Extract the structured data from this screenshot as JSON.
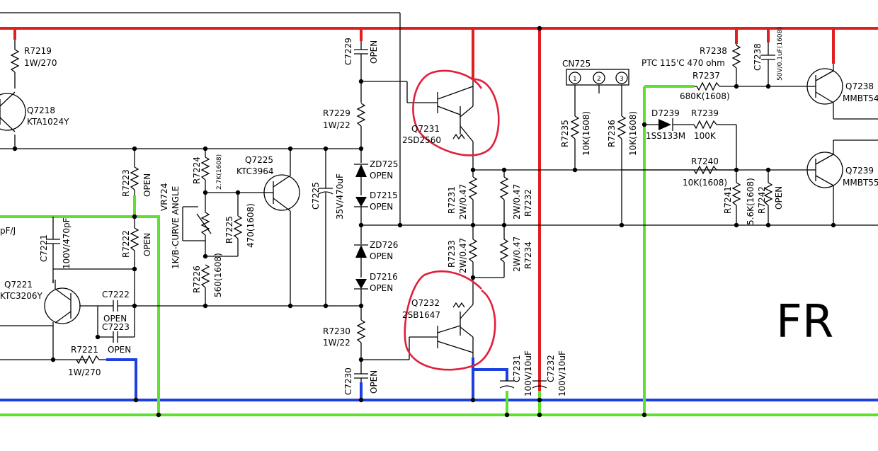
{
  "labels": {
    "r7219": "R7219",
    "r7219_v": "1W/270",
    "q7218": "Q7218",
    "q7218_v": "KTA1024Y",
    "r7223": "R7223",
    "r7223_v": "OPEN",
    "r7222": "R7222",
    "r7222_v": "OPEN",
    "vr724": "VR724",
    "vr724_v": "1K/B-CURVE ANGLE",
    "r7224": "R7224",
    "r7224_v": "2.7K(1608)",
    "r7225": "R7225",
    "r7225_v": "470(1608)",
    "r7226": "R7226",
    "r7226_v": "560(1608)",
    "q7225": "Q7225",
    "q7225_v": "KTC3964",
    "c7225": "C7225",
    "c7225_v": "35V/470uF",
    "c7221": "C7221",
    "c7221_v": "100V/470pF",
    "cpf": "pF/J",
    "q7221": "Q7221",
    "q7221_v": "KTC3206Y",
    "c7222": "C7222",
    "c7222_v": "OPEN",
    "c7223": "C7223",
    "c7223_v": "OPEN",
    "r7221": "R7221",
    "r7221_v": "1W/270",
    "c7229": "C7229",
    "c7229_v": "OPEN",
    "r7229": "R7229",
    "r7229_v": "1W/22",
    "zd725": "ZD725",
    "zd725_v": "OPEN",
    "d7215": "D7215",
    "d7215_v": "OPEN",
    "zd726": "ZD726",
    "zd726_v": "OPEN",
    "d7216": "D7216",
    "d7216_v": "OPEN",
    "r7230": "R7230",
    "r7230_v": "1W/22",
    "c7230": "C7230",
    "c7230_v": "OPEN",
    "q7231": "Q7231",
    "q7231_v": "2SD2560",
    "q7232": "Q7232",
    "q7232_v": "2SB1647",
    "r7231": "R7231",
    "r7231_v": "2W/0.47",
    "r7232": "R7232",
    "r7232_v": "2W/0.47",
    "r7233": "R7233",
    "r7233_v": "2W/0.47",
    "r7234": "R7234",
    "r7234_v": "2W/0.47",
    "c7231": "C7231",
    "c7231_v": "100V/10uF",
    "c7232": "C7232",
    "c7232_v": "100V/10uF",
    "cn725": "CN725",
    "pin1": "1",
    "pin2": "2",
    "pin3": "3",
    "r7235": "R7235",
    "r7235_v": "10K(1608)",
    "r7236": "R7236",
    "r7236_v": "10K(1608)",
    "ptc": "PTC 115'C 470 ohm",
    "r7238": "R7238",
    "c7238": "C7238",
    "c7238_v": "50V/0.1uF(1608)",
    "r7237": "R7237",
    "r7237_v": "680K(1608)",
    "q7238": "Q7238",
    "q7238_v": "MMBT54",
    "d7239": "D7239",
    "d7239_v": "1SS133M",
    "r7239": "R7239",
    "r7239_v": "100K",
    "r7240": "R7240",
    "r7240_v": "10K(1608)",
    "r7241": "R7241",
    "r7241_v": "5.6K(1608)",
    "r7242": "R7242",
    "r7242_v": "OPEN",
    "q7239": "Q7239",
    "q7239_v": "MMBT55",
    "fr": "FR"
  },
  "colors": {
    "positive_rail": "#e02020",
    "negative_rail": "#1b3fe0",
    "ground": "#5fe030",
    "markup": "#e0203a"
  }
}
